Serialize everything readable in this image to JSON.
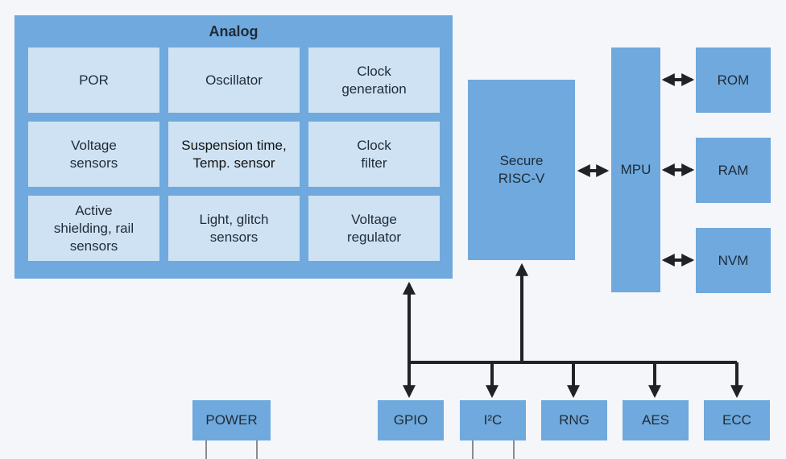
{
  "analog": {
    "title": "Analog",
    "cells": [
      {
        "name": "por-cell",
        "label": "POR"
      },
      {
        "name": "oscillator-cell",
        "label": "Oscillator"
      },
      {
        "name": "clock-generation-cell",
        "label": "Clock\ngeneration"
      },
      {
        "name": "voltage-sensors-cell",
        "label": "Voltage\nsensors"
      },
      {
        "name": "suspension-temp-cell",
        "label": "Suspension time,\nTemp. sensor"
      },
      {
        "name": "clock-filter-cell",
        "label": "Clock\nfilter"
      },
      {
        "name": "active-shielding-cell",
        "label": "Active\nshielding, rail\nsensors"
      },
      {
        "name": "light-glitch-cell",
        "label": "Light, glitch\nsensors"
      },
      {
        "name": "voltage-regulator-cell",
        "label": "Voltage\nregulator"
      }
    ]
  },
  "secure_riscv": {
    "label": "Secure\nRISC-V"
  },
  "mpu": {
    "label": "MPU"
  },
  "memories": {
    "rom": "ROM",
    "ram": "RAM",
    "nvm": "NVM"
  },
  "peripherals": {
    "power": "POWER",
    "gpio": "GPIO",
    "i2c": "I²C",
    "rng": "RNG",
    "aes": "AES",
    "ecc": "ECC"
  },
  "colors": {
    "block": "#6fa9dd",
    "cell": "#cfe2f3",
    "wire": "#1f2226",
    "background": "#f4f6f9"
  }
}
